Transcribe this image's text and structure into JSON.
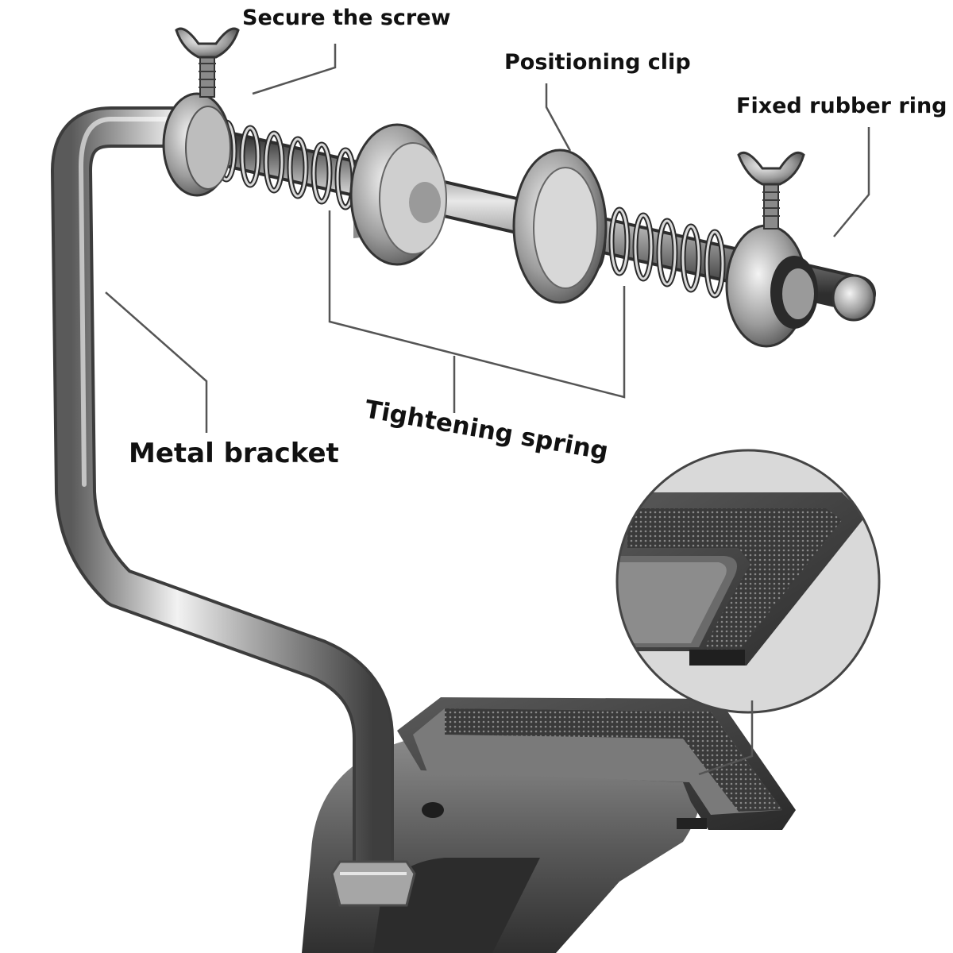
{
  "labels": {
    "secure_screw": "Secure the screw",
    "positioning_clip": "Positioning clip",
    "fixed_rubber_ring": "Fixed rubber ring",
    "tightening_spring": "Tightening spring",
    "metal_bracket": "Metal bracket"
  },
  "colors": {
    "metal_light": "#e2e2e2",
    "metal_mid": "#9a9a9a",
    "metal_dark": "#4a4a4a",
    "plate_dark": "#3a3a3a",
    "leader_line": "#555555"
  }
}
